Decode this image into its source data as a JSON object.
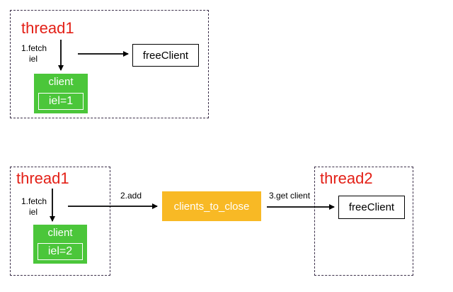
{
  "top": {
    "thread_label": "thread1",
    "fetch_label_1": "1.fetch",
    "fetch_label_2": "iel",
    "client_title": "client",
    "client_iel": "iel=1",
    "freeclient_label": "freeClient"
  },
  "bottom": {
    "thread1_label": "thread1",
    "fetch_label_1": "1.fetch",
    "fetch_label_2": "iel",
    "client_title": "client",
    "client_iel": "iel=2",
    "add_label": "2.add",
    "queue_label": "clients_to_close",
    "get_client_label": "3.get client",
    "thread2_label": "thread2",
    "freeclient_label": "freeClient"
  },
  "colors": {
    "thread_label": "#e32017",
    "client_fill": "#4bc63a",
    "queue_fill": "#f8b925",
    "frame_border": "#3b2f49"
  }
}
